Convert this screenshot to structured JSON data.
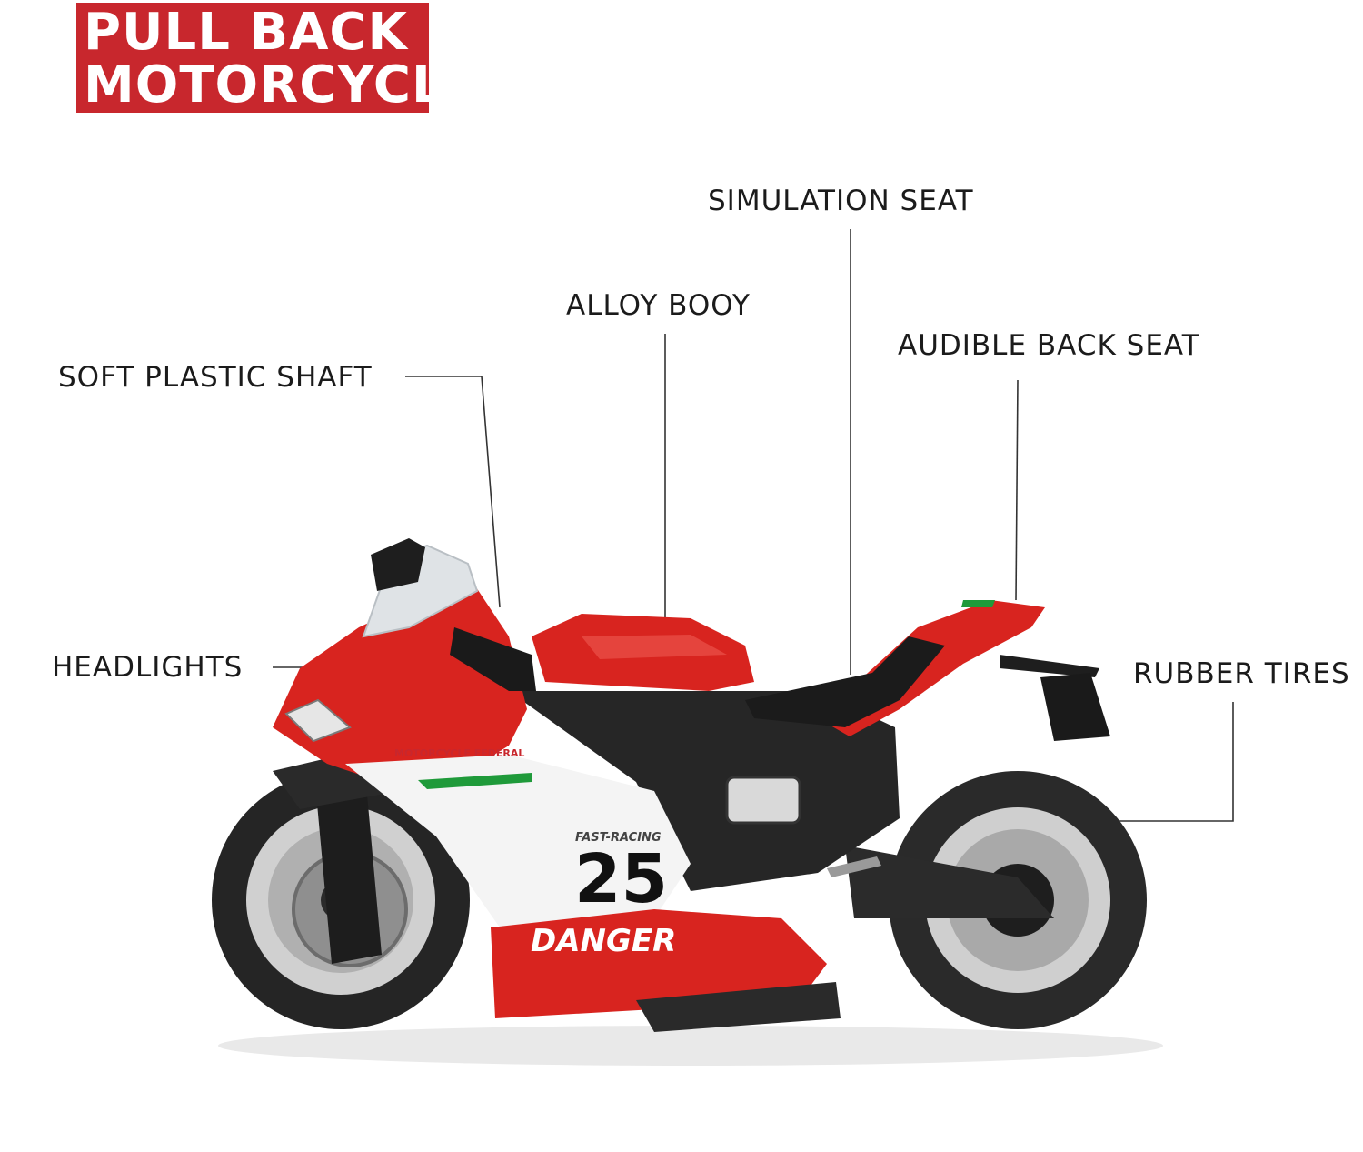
{
  "title": {
    "line1": "PULL BACK",
    "line2": "MOTORCYCLE"
  },
  "callouts": {
    "simulation_seat": "SIMULATION SEAT",
    "alloy_body": "ALLOY BOOY",
    "audible_back_seat": "AUDIBLE BACK SEAT",
    "soft_plastic_shaft": "SOFT PLASTIC SHAFT",
    "headlights": "HEADLIGHTS",
    "rubber_tires": "RUBBER TIRES"
  },
  "motorcycle": {
    "race_number": "25",
    "fairing_text": "DANGER",
    "brand_text": "MOTORCYCLE FEDERAL",
    "small_text": "FAST-RACING"
  },
  "colors": {
    "badge": "#c8272d",
    "body_red": "#d8241f",
    "fairing_white": "#f4f4f4",
    "dark": "#1f1f1f",
    "rim": "#c9c9c9",
    "tricolor_green": "#1f9a3a"
  }
}
